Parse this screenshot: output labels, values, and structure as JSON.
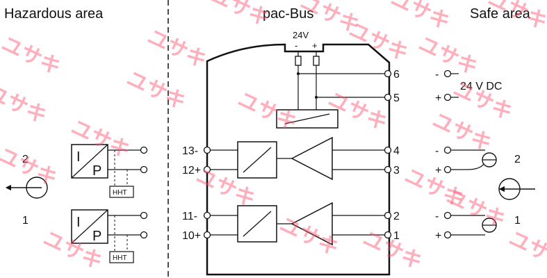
{
  "headings": {
    "hazardous": "Hazardous area",
    "bus": "pac-Bus",
    "safe": "Safe area"
  },
  "supply": {
    "voltage": "24V",
    "minus": "-",
    "plus": "+",
    "dc_label": "24 V DC"
  },
  "terminals": {
    "t6": "6",
    "t5": "5",
    "t4": "4",
    "t3": "3",
    "t2": "2",
    "t1": "1",
    "t13": "13-",
    "t12": "12+",
    "t11": "11-",
    "t10": "10+"
  },
  "loops": {
    "left_upper": "2",
    "left_lower": "1",
    "right_upper": "2",
    "right_lower": "1"
  },
  "polarity": {
    "minus": "-",
    "plus": "+"
  },
  "transmitter": {
    "i": "I",
    "p": "P",
    "hht": "HHT"
  },
  "watermark": {
    "text": "ユサキ"
  }
}
